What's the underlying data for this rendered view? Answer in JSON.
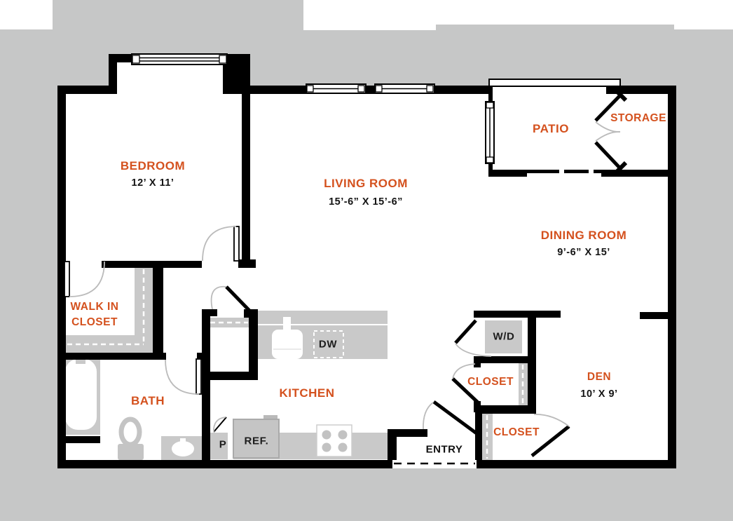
{
  "colors": {
    "background": "#C6C7C7",
    "wall": "#000000",
    "label": "#D4511E",
    "dim": "#141414",
    "fixture": "#C9C9C9",
    "arc": "#BBBBBB"
  },
  "rooms": {
    "bedroom": {
      "name": "BEDROOM",
      "dims": "12’ X 11’"
    },
    "living_room": {
      "name": "LIVING ROOM",
      "dims": "15’-6” X 15’-6”"
    },
    "dining_room": {
      "name": "DINING ROOM",
      "dims": "9’-6” X 15’"
    },
    "den": {
      "name": "DEN",
      "dims": "10’ X 9’"
    },
    "patio": {
      "name": "PATIO"
    },
    "storage": {
      "name": "STORAGE"
    },
    "walk_in_closet": {
      "line1": "WALK IN",
      "line2": "CLOSET"
    },
    "bath": {
      "name": "BATH"
    },
    "kitchen": {
      "name": "KITCHEN"
    },
    "closet_upper": {
      "name": "CLOSET"
    },
    "closet_lower": {
      "name": "CLOSET"
    },
    "entry": {
      "name": "ENTRY"
    }
  },
  "appliances": {
    "washer_dryer": "W/D",
    "dishwasher": "DW",
    "refrigerator": "REF.",
    "pantry": "P"
  }
}
